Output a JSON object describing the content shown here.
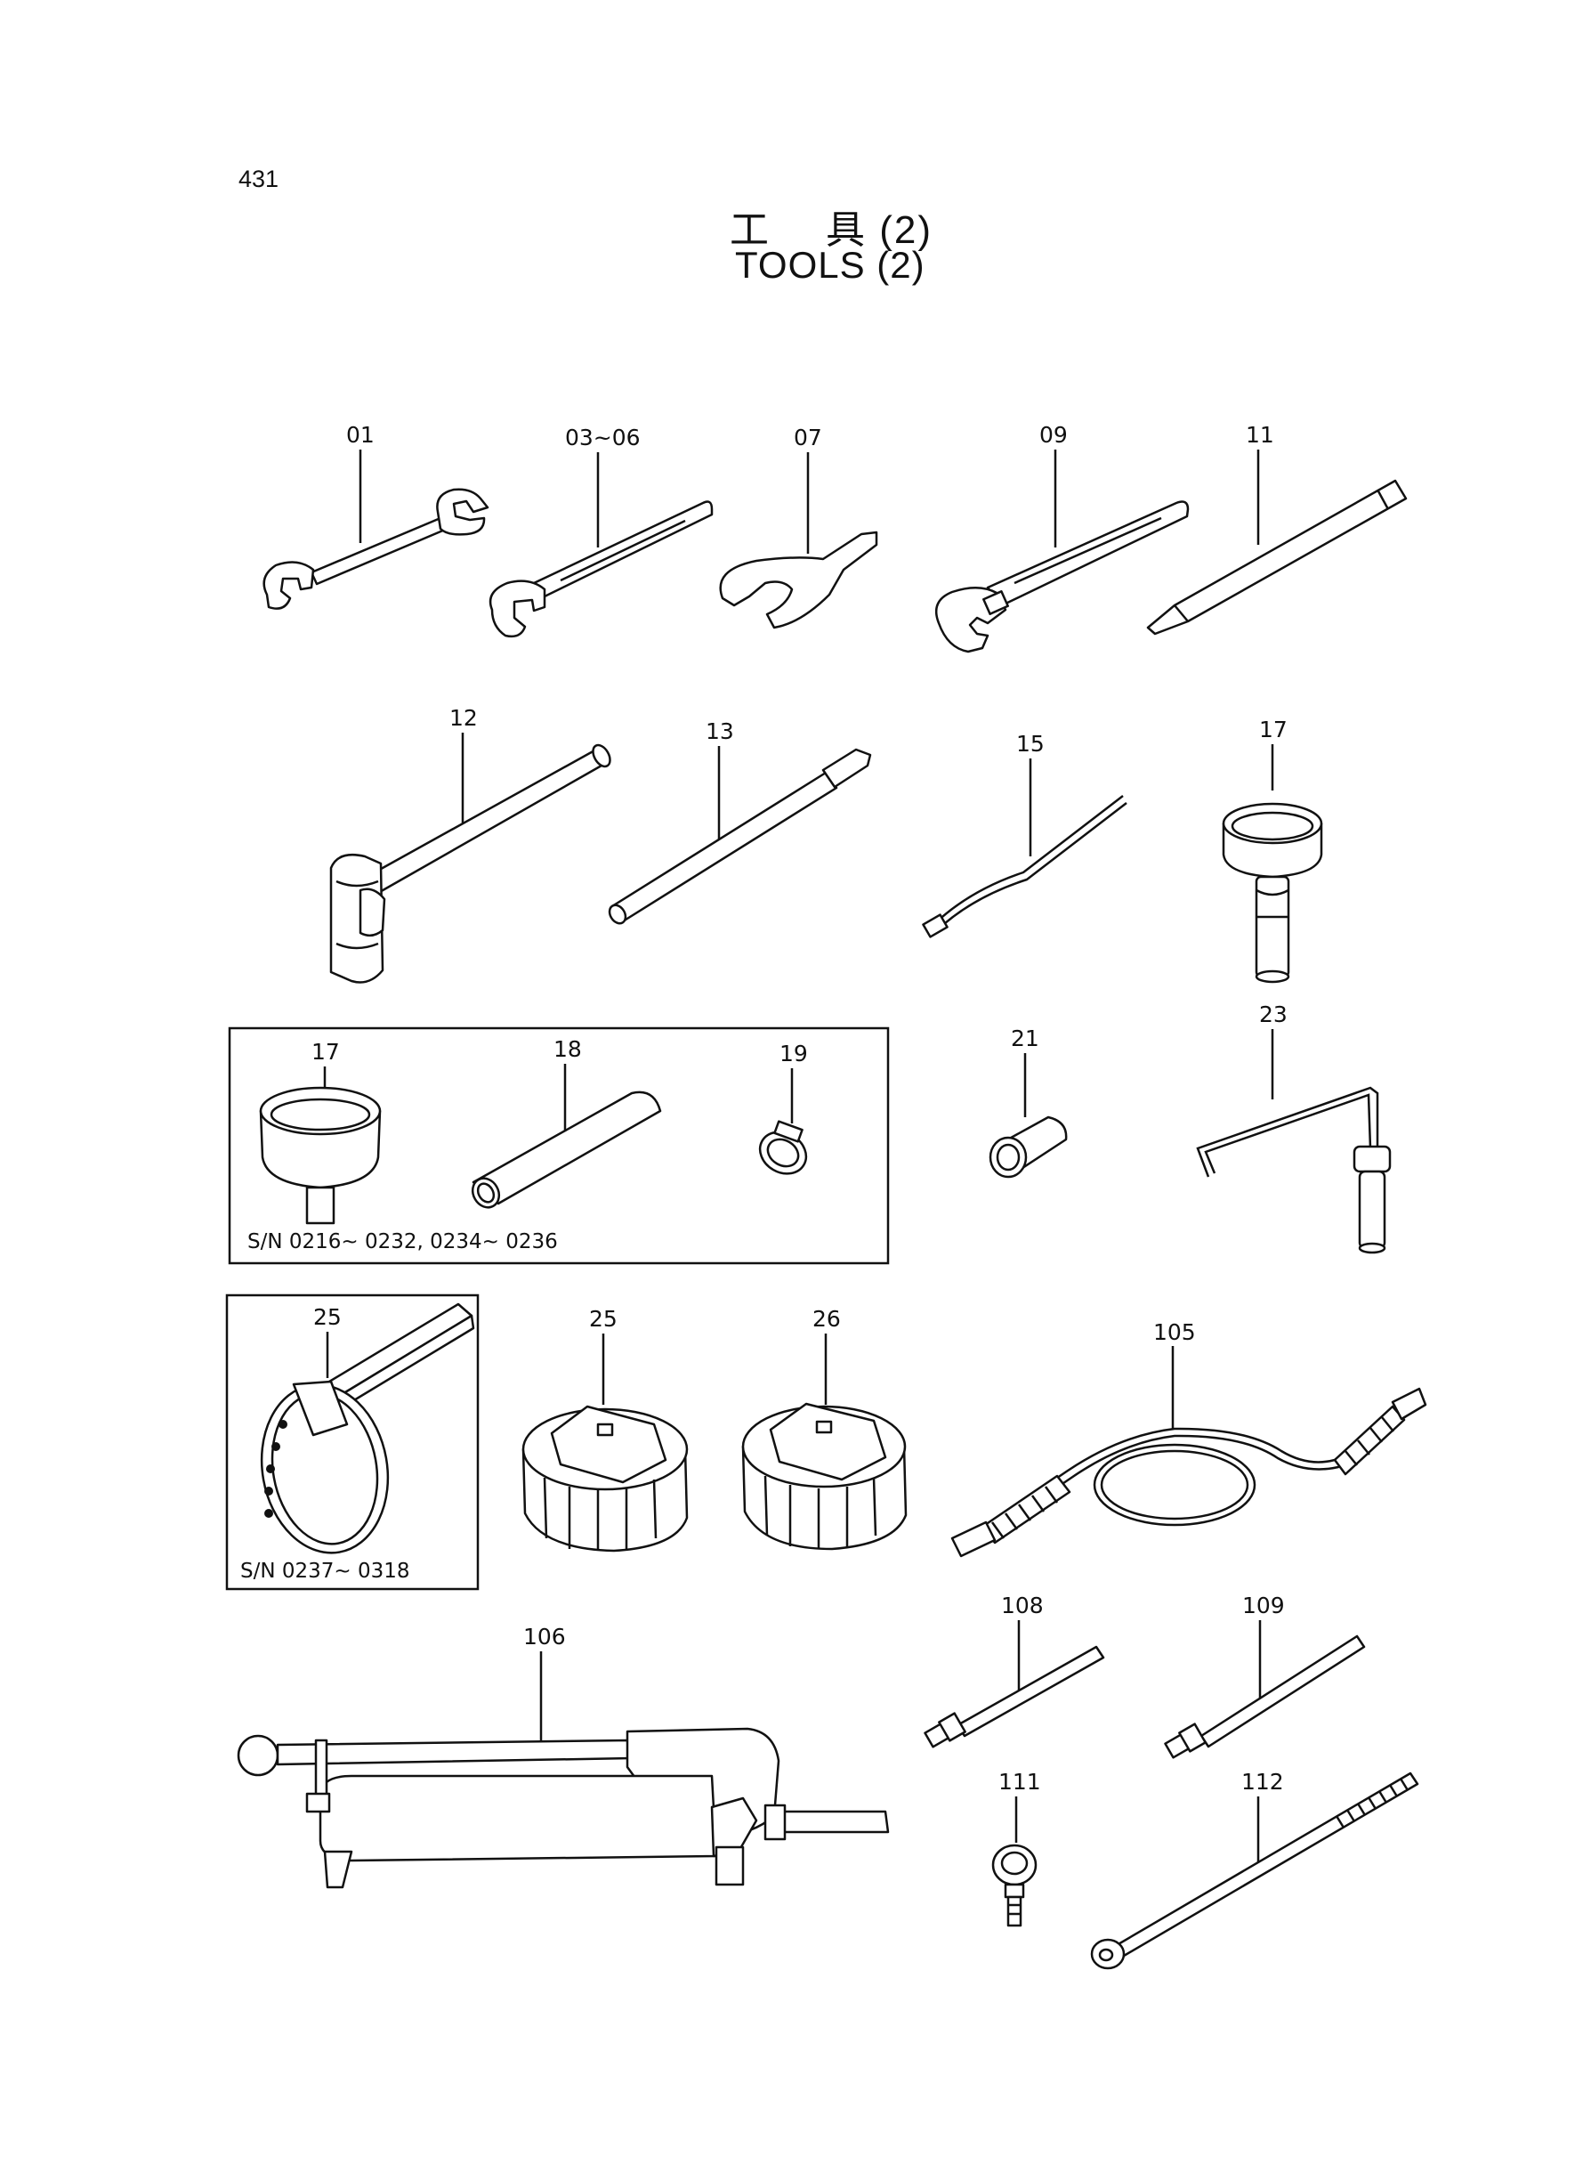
{
  "page_number": "431",
  "title_jp_a": "工",
  "title_jp_b": "具 (2)",
  "title_en": "TOOLS (2)",
  "parts": [
    {
      "id": "p01",
      "label": "01"
    },
    {
      "id": "p0306",
      "label": "03~06"
    },
    {
      "id": "p07",
      "label": "07"
    },
    {
      "id": "p09",
      "label": "09"
    },
    {
      "id": "p11",
      "label": "11"
    },
    {
      "id": "p12",
      "label": "12"
    },
    {
      "id": "p13",
      "label": "13"
    },
    {
      "id": "p15",
      "label": "15"
    },
    {
      "id": "p17a",
      "label": "17"
    },
    {
      "id": "p17b",
      "label": "17"
    },
    {
      "id": "p18",
      "label": "18"
    },
    {
      "id": "p19",
      "label": "19"
    },
    {
      "id": "p21",
      "label": "21"
    },
    {
      "id": "p23",
      "label": "23"
    },
    {
      "id": "p25a",
      "label": "25"
    },
    {
      "id": "p25b",
      "label": "25"
    },
    {
      "id": "p26",
      "label": "26"
    },
    {
      "id": "p105",
      "label": "105"
    },
    {
      "id": "p106",
      "label": "106"
    },
    {
      "id": "p108",
      "label": "108"
    },
    {
      "id": "p109",
      "label": "109"
    },
    {
      "id": "p111",
      "label": "111"
    },
    {
      "id": "p112",
      "label": "112"
    }
  ],
  "serial_notes": {
    "box1": "S/N  0216~ 0232, 0234~ 0236",
    "box2": "S/N  0237~ 0318"
  }
}
